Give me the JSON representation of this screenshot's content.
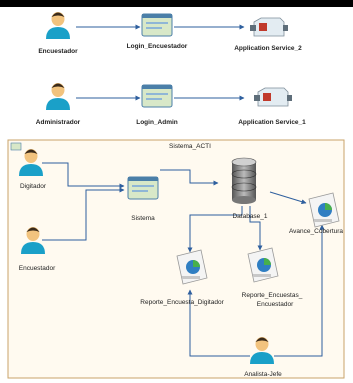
{
  "top_section": {
    "row1": {
      "actor": "Encuestador",
      "screen": "Login_Encuestador",
      "service": "Application Service_2"
    },
    "row2": {
      "actor": "Administrador",
      "screen": "Login_Admin",
      "service": "Application Service_1"
    }
  },
  "system": {
    "title": "Sistema_ACTI",
    "actors": {
      "digitador": "Digitador",
      "encuestador": "Encuestador",
      "analista": "Analista-Jefe"
    },
    "screen": "Sistema",
    "database": "Database_1",
    "reports": {
      "avance": "Avance_Cobertura",
      "digitador": "Reporte_Encuesta_Digitador",
      "encuestador_line1": "Reporte_Encuestas_",
      "encuestador_line2": "Encuestador"
    }
  },
  "colors": {
    "actor_body": "#1aa0c8",
    "actor_skin": "#f2c37e",
    "actor_hair": "#3a2a1a",
    "screen_frame": "#4b7fa8",
    "screen_body": "#d8e8c8",
    "connector": "#2e5f9e",
    "frame_border": "#c8a36a",
    "frame_fill": "#fffaf0",
    "topbar": "#000000"
  }
}
